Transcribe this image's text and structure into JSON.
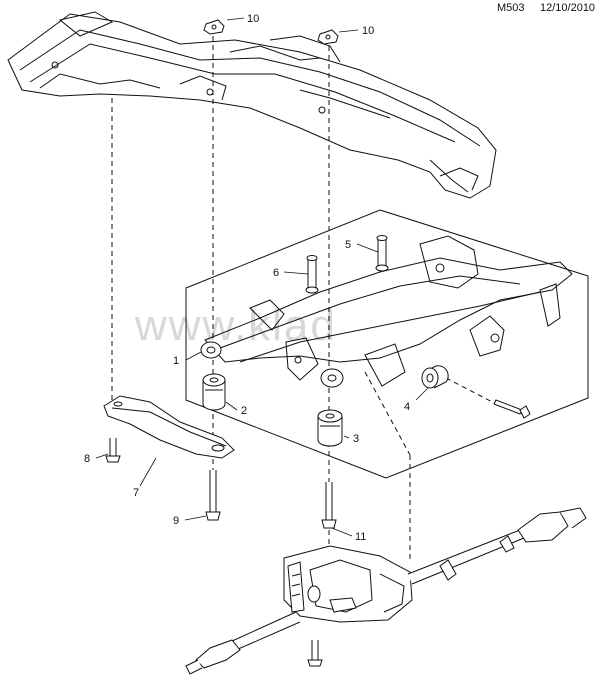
{
  "header": {
    "code": "M503",
    "date": "12/10/2010"
  },
  "watermark": "www.klad",
  "callouts": [
    "1",
    "2",
    "3",
    "4",
    "5",
    "6",
    "7",
    "8",
    "9",
    "10",
    "10",
    "11"
  ],
  "colors": {
    "line": "#111111",
    "watermark": "#d8d8d8"
  }
}
